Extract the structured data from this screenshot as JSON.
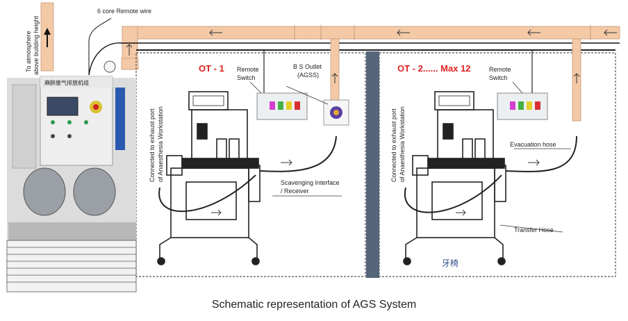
{
  "labels": {
    "atmosphere": "To atmosphere",
    "building_height": "above building height",
    "remote_wire": "6 core Remote wire",
    "ot1": "OT - 1",
    "ot2": "OT - 2...... Max 12",
    "remote_switch_1a": "Remote",
    "remote_switch_1b": "Switch",
    "remote_switch_2a": "Remote",
    "remote_switch_2b": "Switch",
    "bs_outlet_a": "B S Outlet",
    "bs_outlet_b": "(AGSS)",
    "exhaust_port_1a": "Connected to exhaust port",
    "exhaust_port_1b": "of Anaesthesia Workstation",
    "exhaust_port_2a": "Connected to exhaust port",
    "exhaust_port_2b": "of Anaesthesia Workstation",
    "scavenging_a": "Scavenging Interface",
    "scavenging_b": "/ Receiver",
    "evacuation_hose": "Evacuation hose",
    "transfer_hose": "Transfer Hose",
    "cabinet_label": "麻醉废气排放机组",
    "watermark": "牙椅",
    "caption": "Schematic representation of AGS System"
  },
  "colors": {
    "pipe": "#f3c9a6",
    "pipe_edge": "#c99a78",
    "label_red": "#e02020",
    "divider": "#56657a"
  }
}
